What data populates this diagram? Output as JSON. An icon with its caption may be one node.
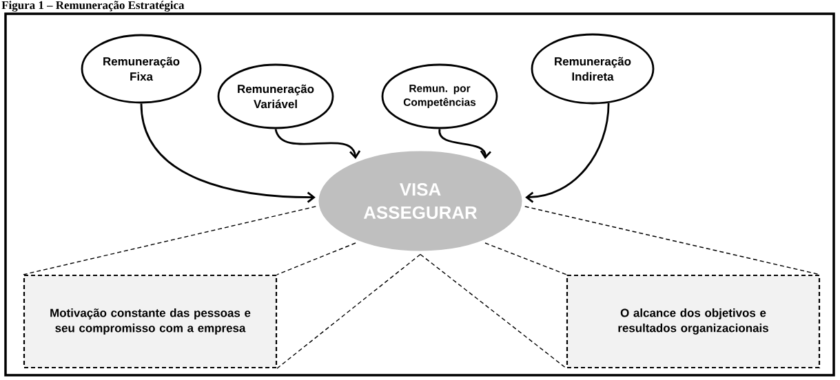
{
  "diagram": {
    "title": "Figura 1 – Remuneração Estratégica",
    "nodes": [
      {
        "text": [
          "Remuneração Fixa"
        ]
      },
      {
        "text": [
          "Remuneração Variável"
        ]
      },
      {
        "text": [
          "Remun. por Competências"
        ]
      },
      {
        "text": [
          "Remuneração Indireta"
        ]
      },
      {
        "text": [
          "VISA ASSEGURAR"
        ]
      },
      {
        "text": [
          "Motivação constante das pessoas e seu compromisso com a empresa"
        ]
      },
      {
        "text": [
          "O alcance dos objetivos e resultados organizacionais"
        ]
      }
    ],
    "edges": [
      {
        "from": 0,
        "to": 4,
        "arrow": "to"
      },
      {
        "from": 1,
        "to": 4,
        "arrow": "to"
      },
      {
        "from": 2,
        "to": 4,
        "arrow": "to"
      },
      {
        "from": 3,
        "to": 4,
        "arrow": "to"
      },
      {
        "from": 4,
        "to": 5,
        "arrow": "none",
        "style": "dashed"
      },
      {
        "from": 4,
        "to": 5,
        "arrow": "none",
        "style": "dashed"
      },
      {
        "from": 4,
        "to": 5,
        "arrow": "none",
        "style": "dashed"
      },
      {
        "from": 4,
        "to": 6,
        "arrow": "none",
        "style": "dashed"
      },
      {
        "from": 4,
        "to": 6,
        "arrow": "none",
        "style": "dashed"
      },
      {
        "from": 4,
        "to": 6,
        "arrow": "none",
        "style": "dashed"
      }
    ]
  }
}
